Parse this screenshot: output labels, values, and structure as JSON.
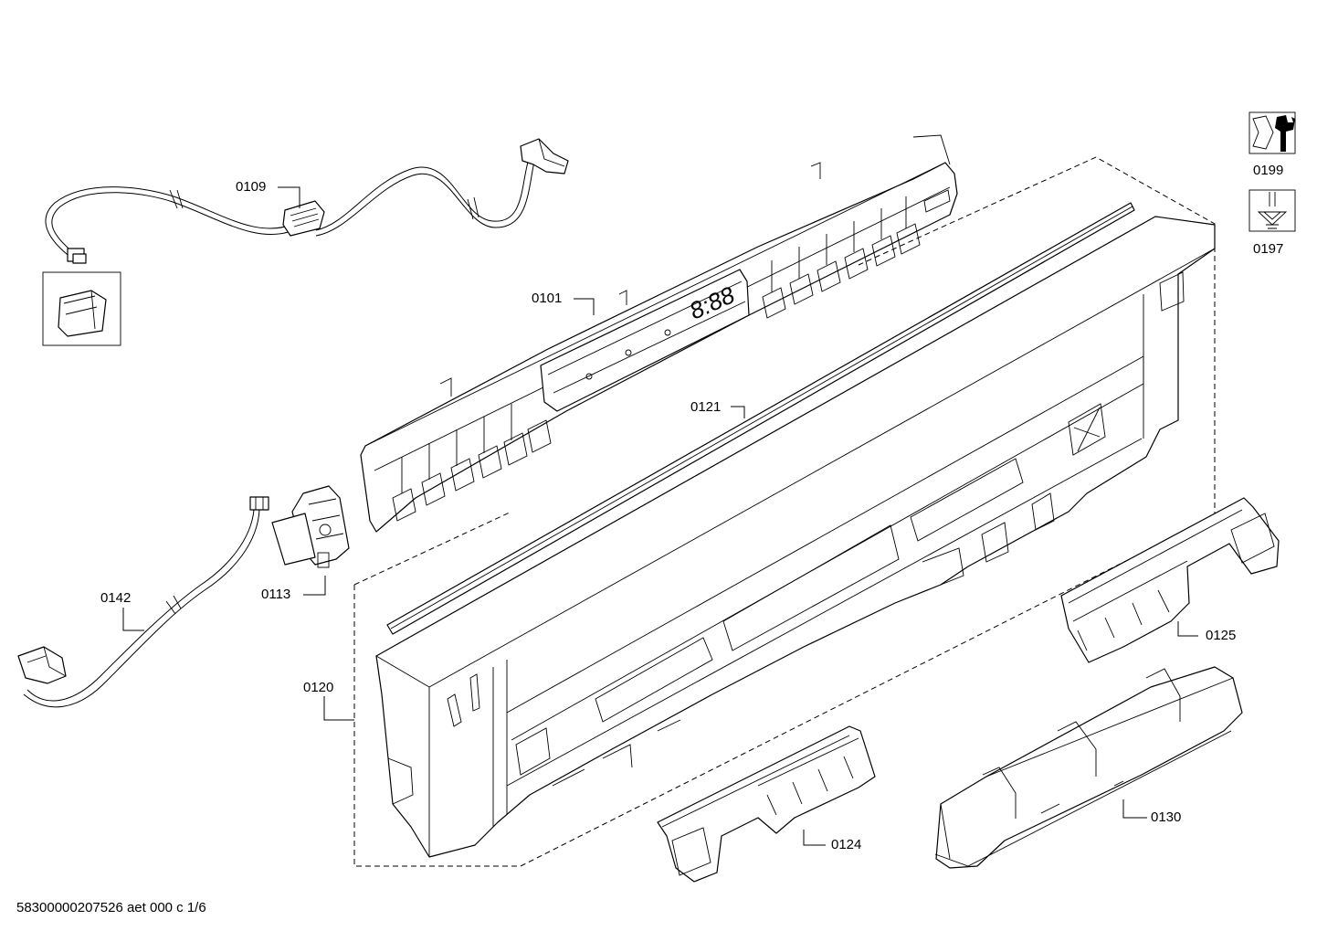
{
  "diagram": {
    "part_labels": {
      "p0109": "0109",
      "p0101": "0101",
      "p0121": "0121",
      "p0113": "0113",
      "p0142": "0142",
      "p0120": "0120",
      "p0125": "0125",
      "p0124": "0124",
      "p0130": "0130",
      "p0199": "0199",
      "p0197": "0197"
    },
    "display_readout": "8:88",
    "footer": "58300000207526 aet 000 c 1/6"
  }
}
